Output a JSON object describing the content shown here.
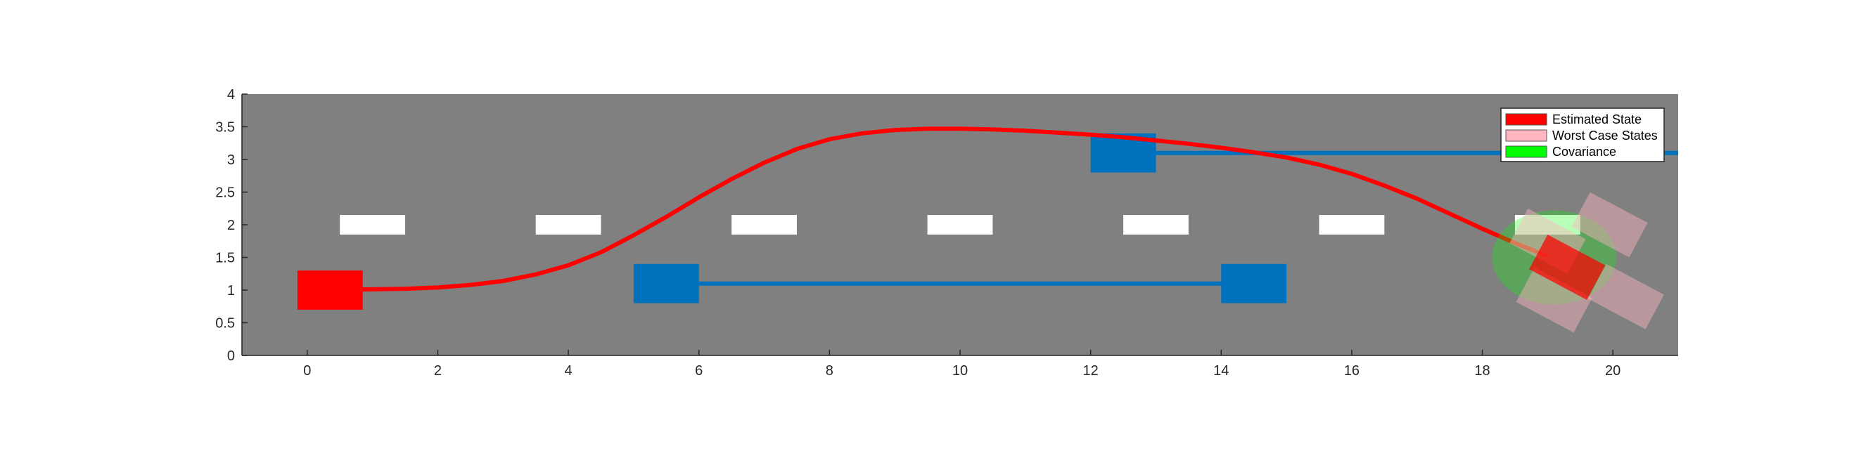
{
  "chart_data": {
    "type": "scatter",
    "title": "",
    "xlabel": "",
    "ylabel": "",
    "xlim": [
      -1,
      21
    ],
    "ylim": [
      0,
      4
    ],
    "grid": false,
    "x_ticks": [
      0,
      2,
      4,
      6,
      8,
      10,
      12,
      14,
      16,
      18,
      20
    ],
    "y_ticks": [
      0,
      0.5,
      1,
      1.5,
      2,
      2.5,
      3,
      3.5,
      4
    ],
    "background_color": "#808080",
    "lane_markings": {
      "color": "#ffffff",
      "y": 2,
      "centers_x": [
        1,
        4,
        7,
        10,
        13,
        16,
        19
      ],
      "width": 1,
      "height": 0.3
    },
    "ego_start": {
      "x": 0.35,
      "y": 1.0,
      "width": 1,
      "height": 0.6,
      "color": "#ff0000"
    },
    "obstacles": [
      {
        "name": "lower-lane",
        "color": "#0072bd",
        "track": {
          "x": [
            5.5,
            14.5
          ],
          "y": [
            1.1,
            1.1
          ]
        },
        "boxes": [
          {
            "x": 5.5,
            "y": 1.1
          },
          {
            "x": 14.5,
            "y": 1.1
          }
        ],
        "width": 1,
        "height": 0.6
      },
      {
        "name": "upper-lane",
        "color": "#0072bd",
        "track": {
          "x": [
            12.5,
            21
          ],
          "y": [
            3.1,
            3.1
          ]
        },
        "boxes": [
          {
            "x": 12.5,
            "y": 3.1
          }
        ],
        "width": 1,
        "height": 0.6
      }
    ],
    "trajectory": {
      "color": "#ff0000",
      "x": [
        0.8,
        1.5,
        2,
        2.5,
        3,
        3.5,
        4,
        4.5,
        5,
        5.5,
        6,
        6.5,
        7,
        7.5,
        8,
        8.5,
        9,
        9.5,
        10,
        10.5,
        11,
        11.5,
        12,
        12.5,
        13,
        13.5,
        14,
        14.5,
        15,
        15.5,
        16,
        16.5,
        17,
        17.5,
        18,
        18.5,
        19
      ],
      "y": [
        1.01,
        1.02,
        1.04,
        1.08,
        1.14,
        1.24,
        1.38,
        1.58,
        1.84,
        2.12,
        2.42,
        2.7,
        2.95,
        3.16,
        3.31,
        3.4,
        3.45,
        3.47,
        3.47,
        3.46,
        3.44,
        3.41,
        3.38,
        3.34,
        3.29,
        3.24,
        3.18,
        3.11,
        3.03,
        2.92,
        2.78,
        2.6,
        2.4,
        2.17,
        1.94,
        1.72,
        1.52
      ]
    },
    "final_state": {
      "x": 19.3,
      "y": 1.35,
      "width": 1,
      "height": 0.6,
      "angle_deg": -28,
      "color": "#ff0000",
      "covariance": {
        "cx": 19.1,
        "cy": 1.5,
        "rx": 0.95,
        "ry": 0.72,
        "color": "#00ff00"
      },
      "worst_cases": [
        {
          "x": 19.0,
          "y": 1.75
        },
        {
          "x": 19.1,
          "y": 0.85
        },
        {
          "x": 19.95,
          "y": 2.0
        },
        {
          "x": 20.2,
          "y": 0.9
        }
      ],
      "worst_color": "#ffb6c1"
    },
    "legend": {
      "location": "top-right",
      "entries": [
        {
          "label": "Estimated State",
          "color": "#ff0000"
        },
        {
          "label": "Worst Case States",
          "color": "#ffb6c1"
        },
        {
          "label": "Covariance",
          "color": "#00ff00"
        }
      ]
    }
  }
}
